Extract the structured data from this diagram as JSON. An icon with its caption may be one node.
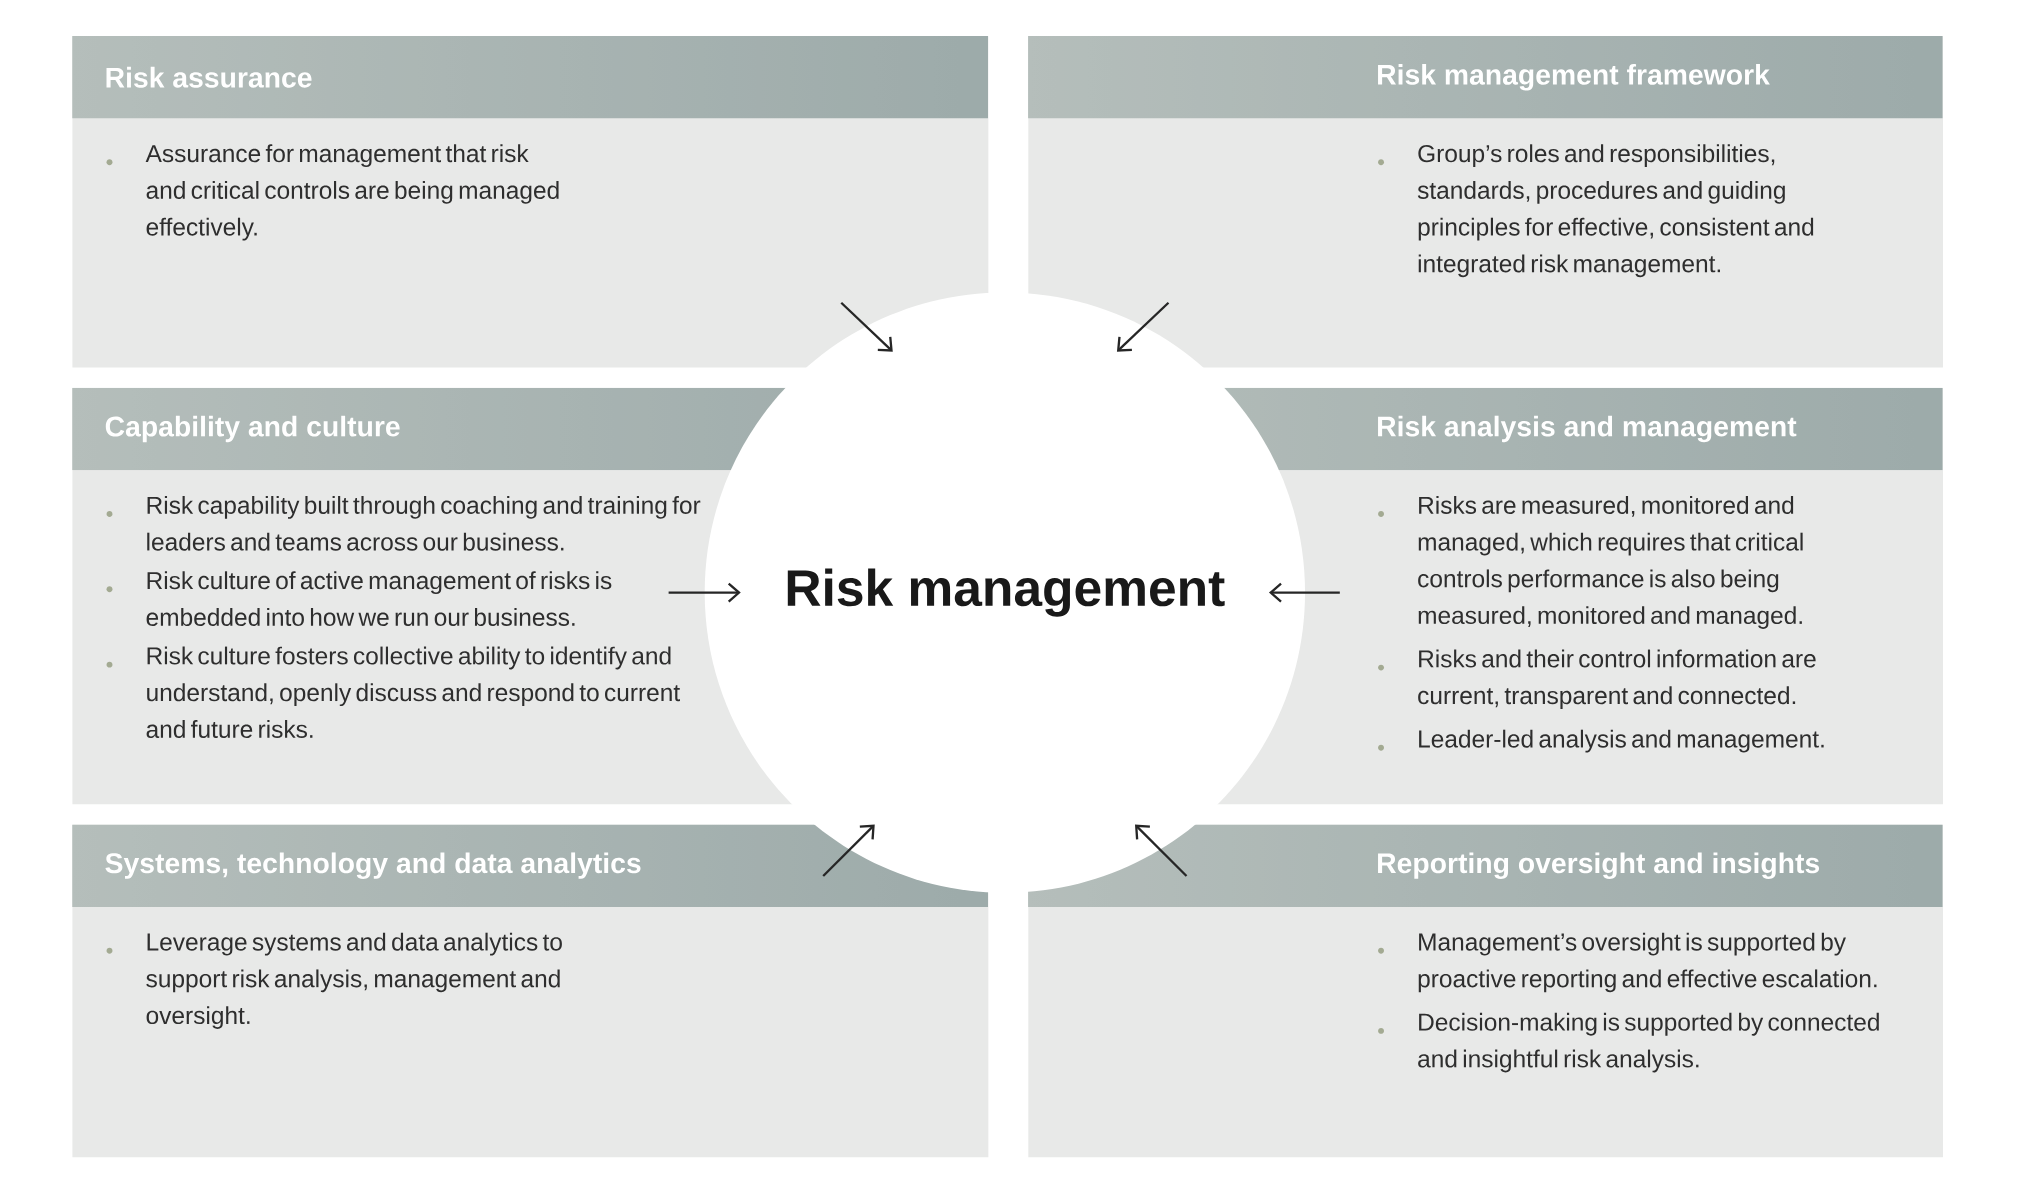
{
  "diagram": {
    "nodes": [
      {
        "text": [
          "Risk assurance",
          "Assurance for management that risk and critical controls are being managed effectively."
        ]
      },
      {
        "text": [
          "Risk management framework",
          "Group’s roles and responsibilities, standards, procedures and guiding principles for effective, consistent and integrated risk management."
        ]
      },
      {
        "text": [
          "Capability and culture",
          "Risk capability built through coaching and training for leaders and teams across our business.",
          "Risk culture of active management of risks is embedded into how we run our business.",
          "Risk culture fosters collective ability to identify and understand, openly discuss and respond to current and future risks."
        ]
      },
      {
        "text": [
          "Risk analysis and management",
          "Risks are measured, monitored and managed, which requires that critical controls performance is also being measured, monitored and managed.",
          "Risks and their control information are current, transparent and connected.",
          "Leader-led analysis and management."
        ]
      },
      {
        "text": [
          "Systems, technology and data analytics",
          "Leverage systems and data analytics to support risk analysis, management and oversight."
        ]
      },
      {
        "text": [
          "Reporting oversight and insights",
          "Management’s oversight is supported by proactive reporting and effective escalation.",
          "Decision-making is supported by connected and insightful risk analysis."
        ]
      },
      {
        "text": [
          "Risk management"
        ]
      }
    ],
    "edges": [
      {
        "from": 0,
        "to": 6,
        "arrow": "to"
      },
      {
        "from": 1,
        "to": 6,
        "arrow": "to"
      },
      {
        "from": 2,
        "to": 6,
        "arrow": "to"
      },
      {
        "from": 3,
        "to": 6,
        "arrow": "to"
      },
      {
        "from": 4,
        "to": 6,
        "arrow": "to"
      },
      {
        "from": 5,
        "to": 6,
        "arrow": "to"
      }
    ]
  }
}
